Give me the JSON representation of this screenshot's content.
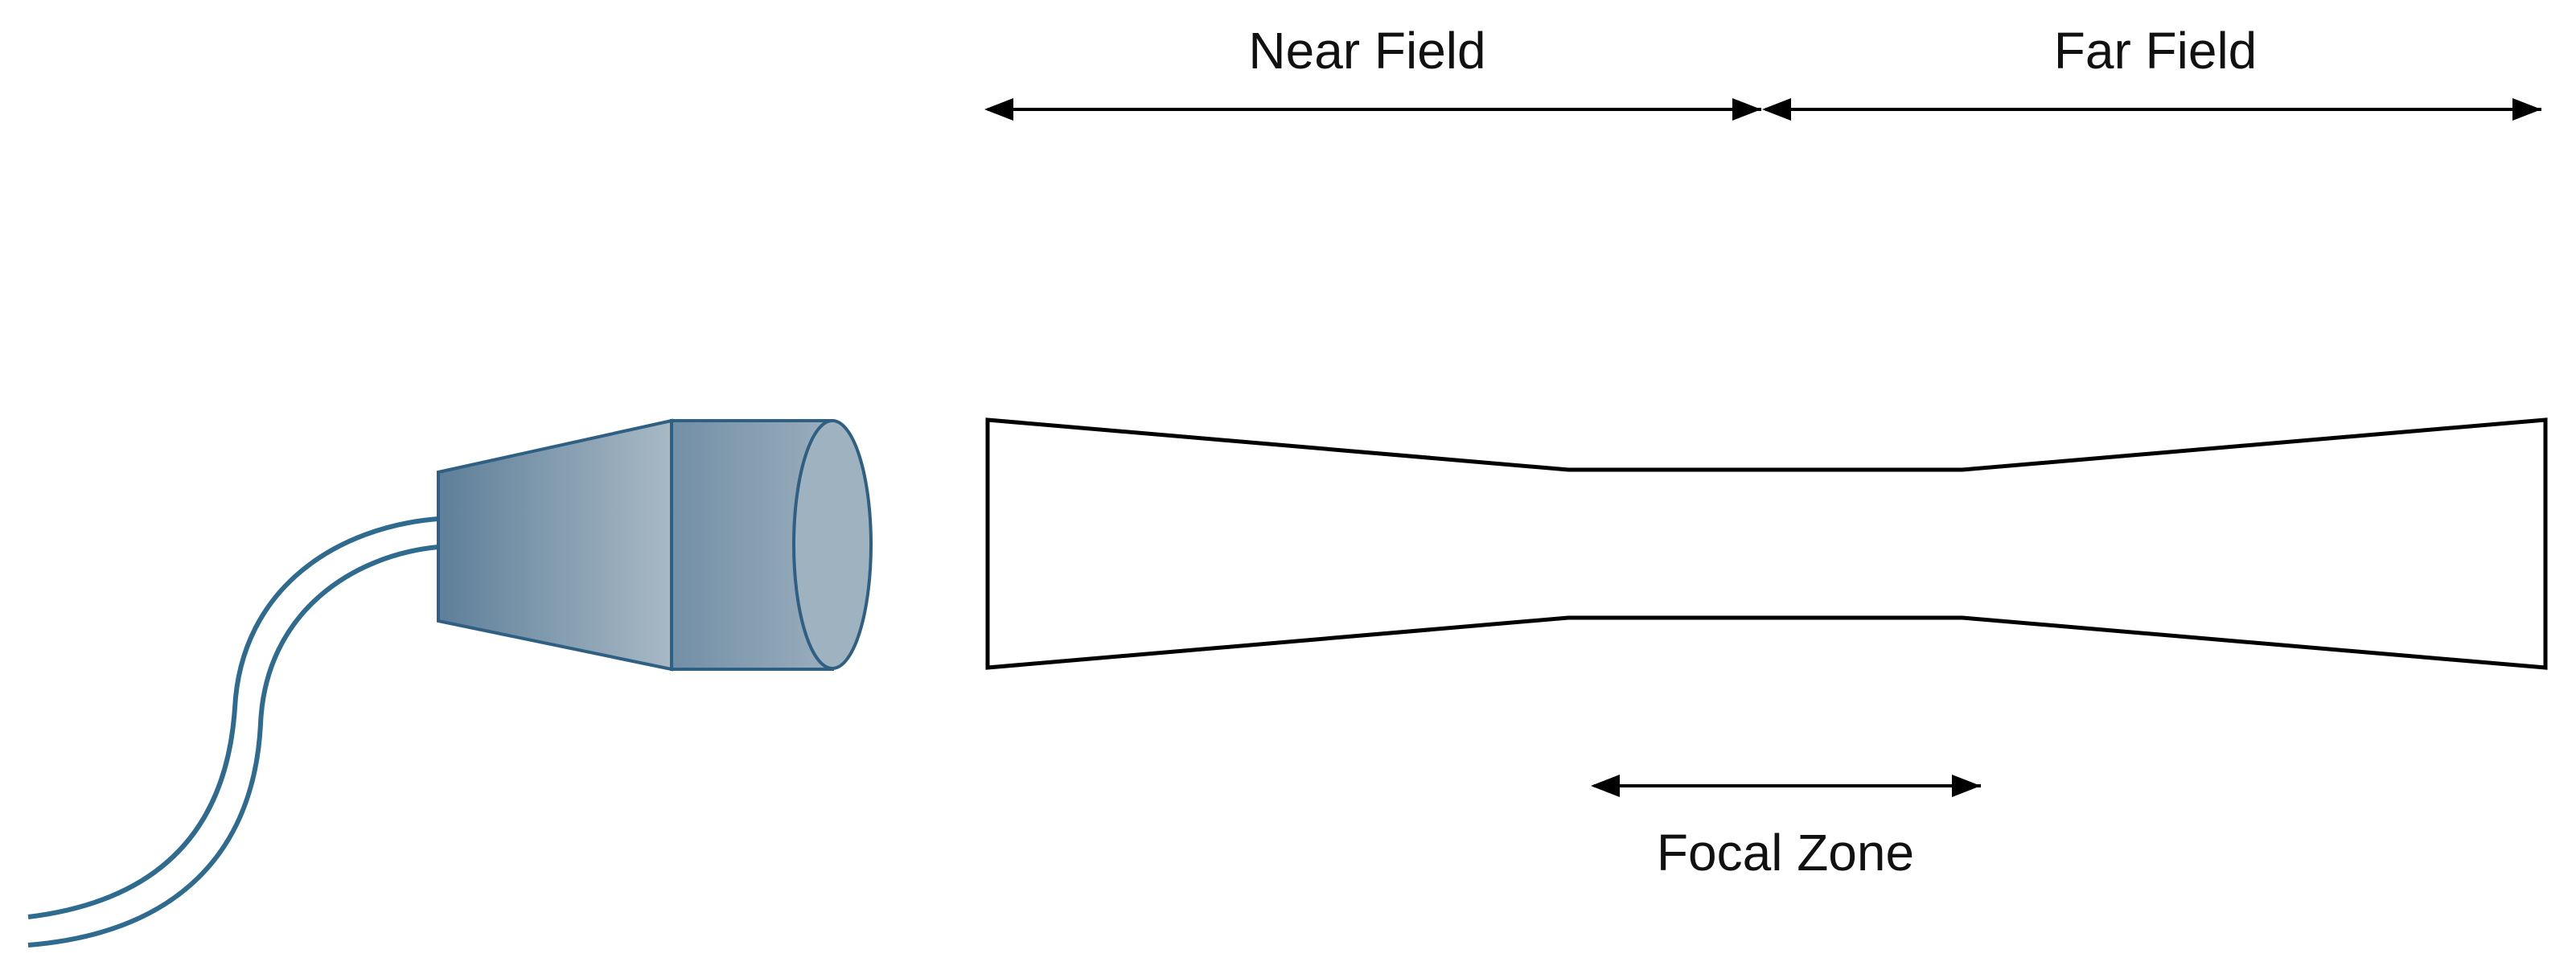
{
  "labels": {
    "near_field": "Near Field",
    "far_field": "Far Field",
    "focal_zone": "Focal Zone"
  },
  "colors": {
    "stroke": "#000000",
    "probe_dark": "#5f7f98",
    "probe_light": "#a7b8c4",
    "probe_edge": "#2f5f82",
    "cable": "#2f6a8f"
  },
  "icons": {
    "transducer": "transducer-probe-icon"
  }
}
